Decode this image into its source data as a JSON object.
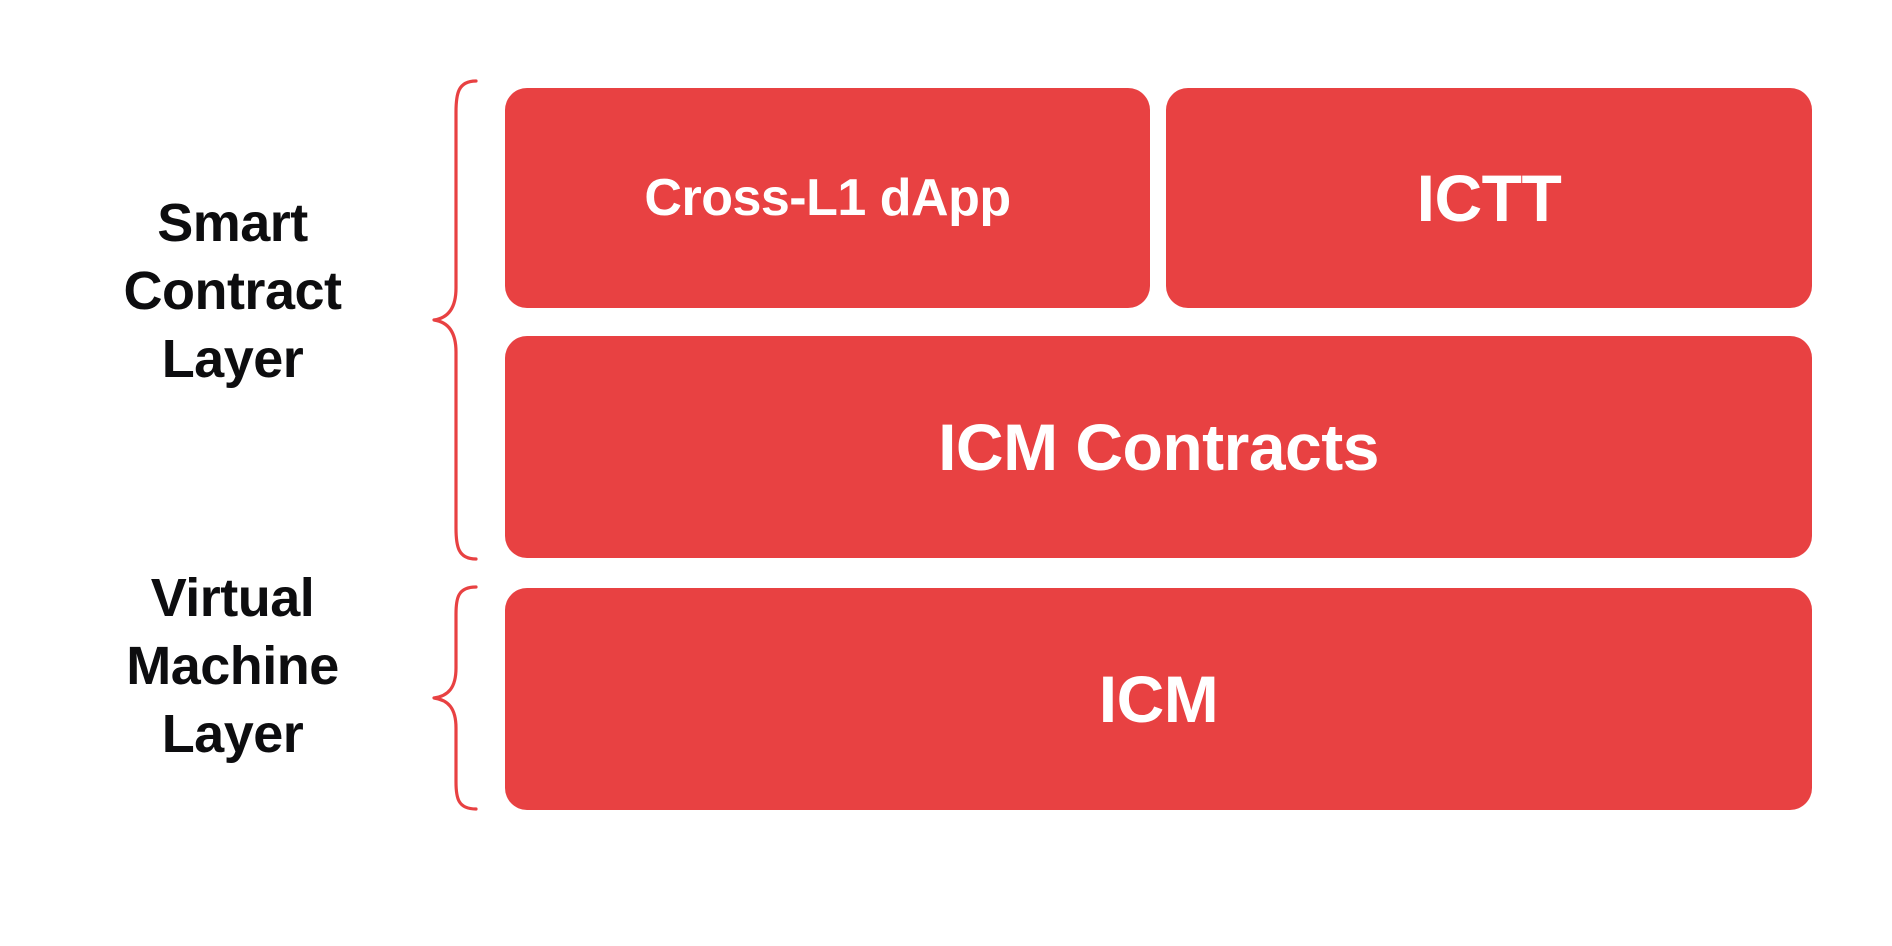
{
  "diagram": {
    "title": "Interchain Messaging stack layers",
    "background_color": "#ffffff",
    "accent_color": "#e84142",
    "label_color": "#0d0d0f",
    "box_text_color": "#ffffff"
  },
  "layers": [
    {
      "id": "smart-contract-layer",
      "label": "Smart\nContract\nLayer",
      "brace": "left-curly-brace",
      "boxes": [
        {
          "id": "cross-l1-dapp",
          "label": "Cross-L1 dApp"
        },
        {
          "id": "ictt",
          "label": "ICTT"
        },
        {
          "id": "icm-contracts",
          "label": "ICM Contracts"
        }
      ]
    },
    {
      "id": "virtual-machine-layer",
      "label": "Virtual\nMachine\nLayer",
      "brace": "left-curly-brace",
      "boxes": [
        {
          "id": "icm",
          "label": "ICM"
        }
      ]
    }
  ]
}
